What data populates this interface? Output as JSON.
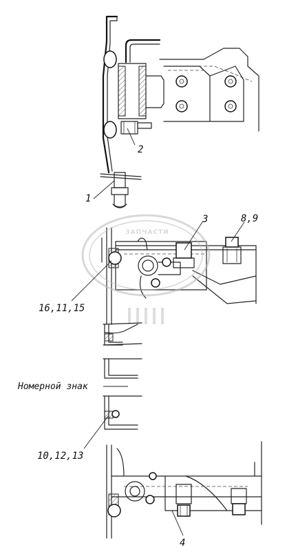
{
  "callouts": {
    "part_1": "1",
    "part_2": "2",
    "part_3": "3",
    "part_4": "4",
    "parts_8_9": "8,9",
    "parts_16_11_15": "16,11,15",
    "parts_10_12_13": "10,12,13"
  },
  "notes": {
    "license_plate": "Номерной знак"
  },
  "watermark": {
    "brand_text": "ЗАПЧАСТИ",
    "color": "#b9b9b9"
  },
  "colors": {
    "line": "#222222",
    "background": "#ffffff"
  }
}
